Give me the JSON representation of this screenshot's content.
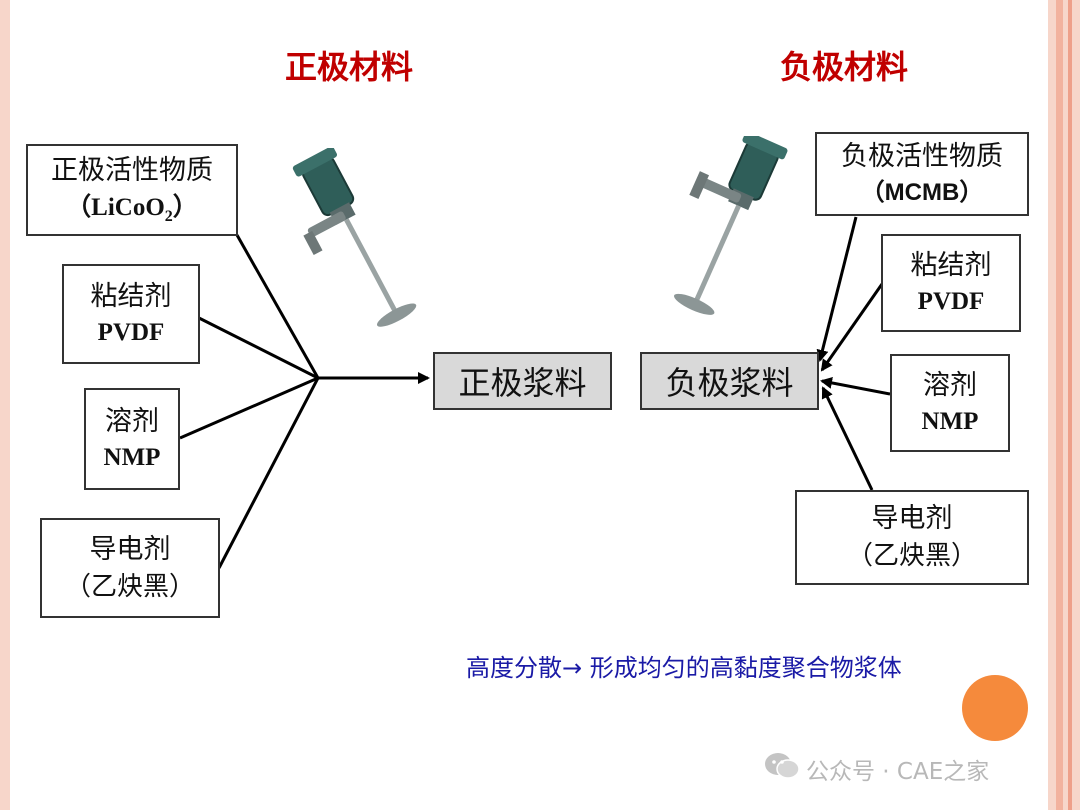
{
  "colors": {
    "heading": "#c00000",
    "note": "#1a1aa6",
    "slurry_fill": "#d9d9d9",
    "circle": "#f58a3c",
    "border_stripes": [
      "#f7c9b9",
      "#f2b29e",
      "#f7d6ca"
    ]
  },
  "cathode": {
    "title": "正极材料",
    "active": {
      "line1": "正极活性物质",
      "line2_prefix": "（LiCoO",
      "line2_sub": "2",
      "line2_suffix": "）"
    },
    "binder": {
      "line1": "粘结剂",
      "line2": "PVDF"
    },
    "solvent": {
      "line1": "溶剂",
      "line2": "NMP"
    },
    "conductor": {
      "line1": "导电剂",
      "line2": "（乙炔黑）"
    },
    "slurry": "正极浆料"
  },
  "anode": {
    "title": "负极材料",
    "active": {
      "line1": "负极活性物质",
      "line2": "（MCMB）"
    },
    "binder": {
      "line1": "粘结剂",
      "line2": "PVDF"
    },
    "solvent": {
      "line1": "溶剂",
      "line2": "NMP"
    },
    "conductor": {
      "line1": "导电剂",
      "line2": "（乙炔黑）"
    },
    "slurry": "负极浆料"
  },
  "note": "高度分散→ 形成均匀的高黏度聚合物浆体",
  "watermark": "公众号 · CAE之家",
  "icons": {
    "mixer": "mixer-icon",
    "wechat": "wechat-icon"
  }
}
